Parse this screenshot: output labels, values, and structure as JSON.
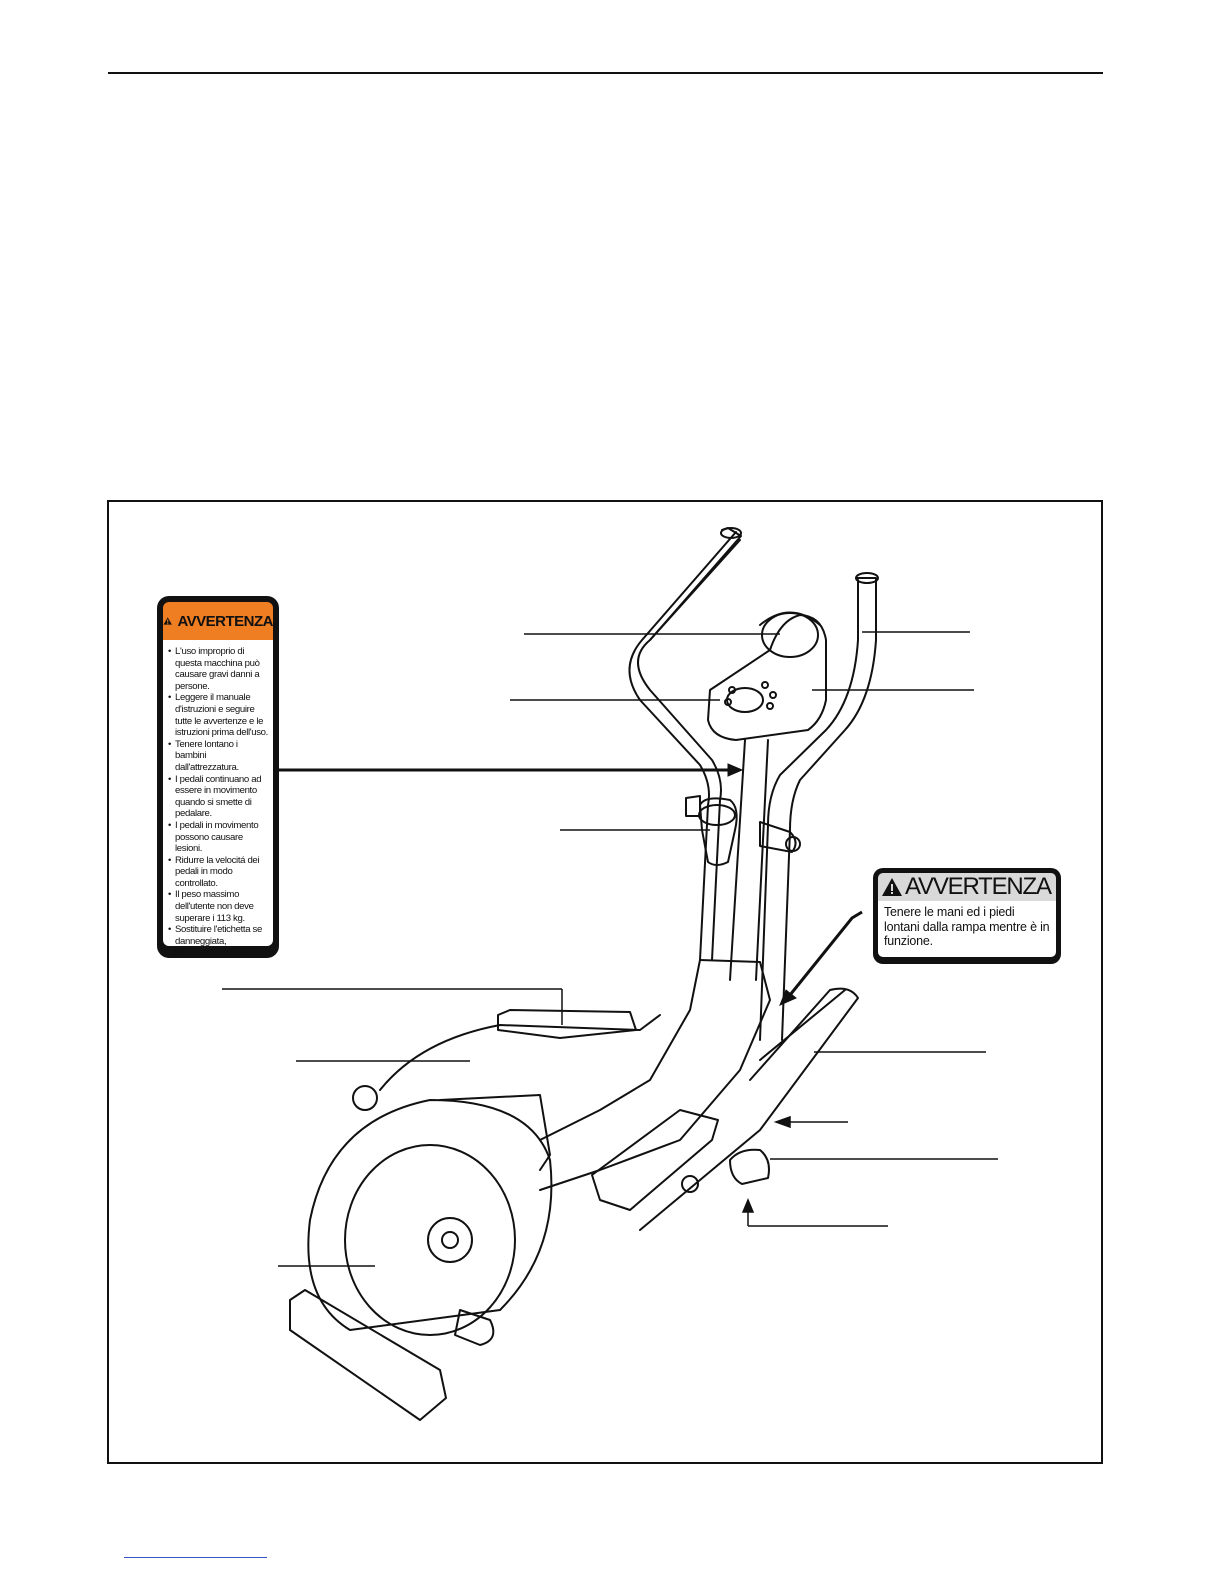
{
  "labels": {
    "large_warning": {
      "title": "AVVERTENZA",
      "items": [
        "L'uso improprio di questa macchina può causare gravi danni a persone.",
        "Leggere il manuale d'istruzioni e seguire tutte le avvertenze e le istruzioni prima dell'uso.",
        "Tenere lontano i bambini dall'attrezzatura.",
        "I pedali continuano ad essere in movimento quando si smette di pedalare.",
        "I pedali in movimento possono causare lesioni.",
        "Ridurre la velocitá dei pedali in modo controllato.",
        "Il peso massimo dell'utente non deve superare i 113 kg.",
        "Sostituire l'etichetta se danneggiata, illeggiblile, o rimossa."
      ]
    },
    "small_warning": {
      "title": "AVVERTENZA",
      "text": "Tenere le mani ed i piedi lontani dalla rampa mentre è in funzione."
    }
  },
  "colors": {
    "label_orange": "#ef7d22",
    "label_grey": "#d9d9d9",
    "line": "#111111",
    "link_underline": "#3a55c8"
  },
  "icons": [
    "warning-triangle-icon"
  ]
}
